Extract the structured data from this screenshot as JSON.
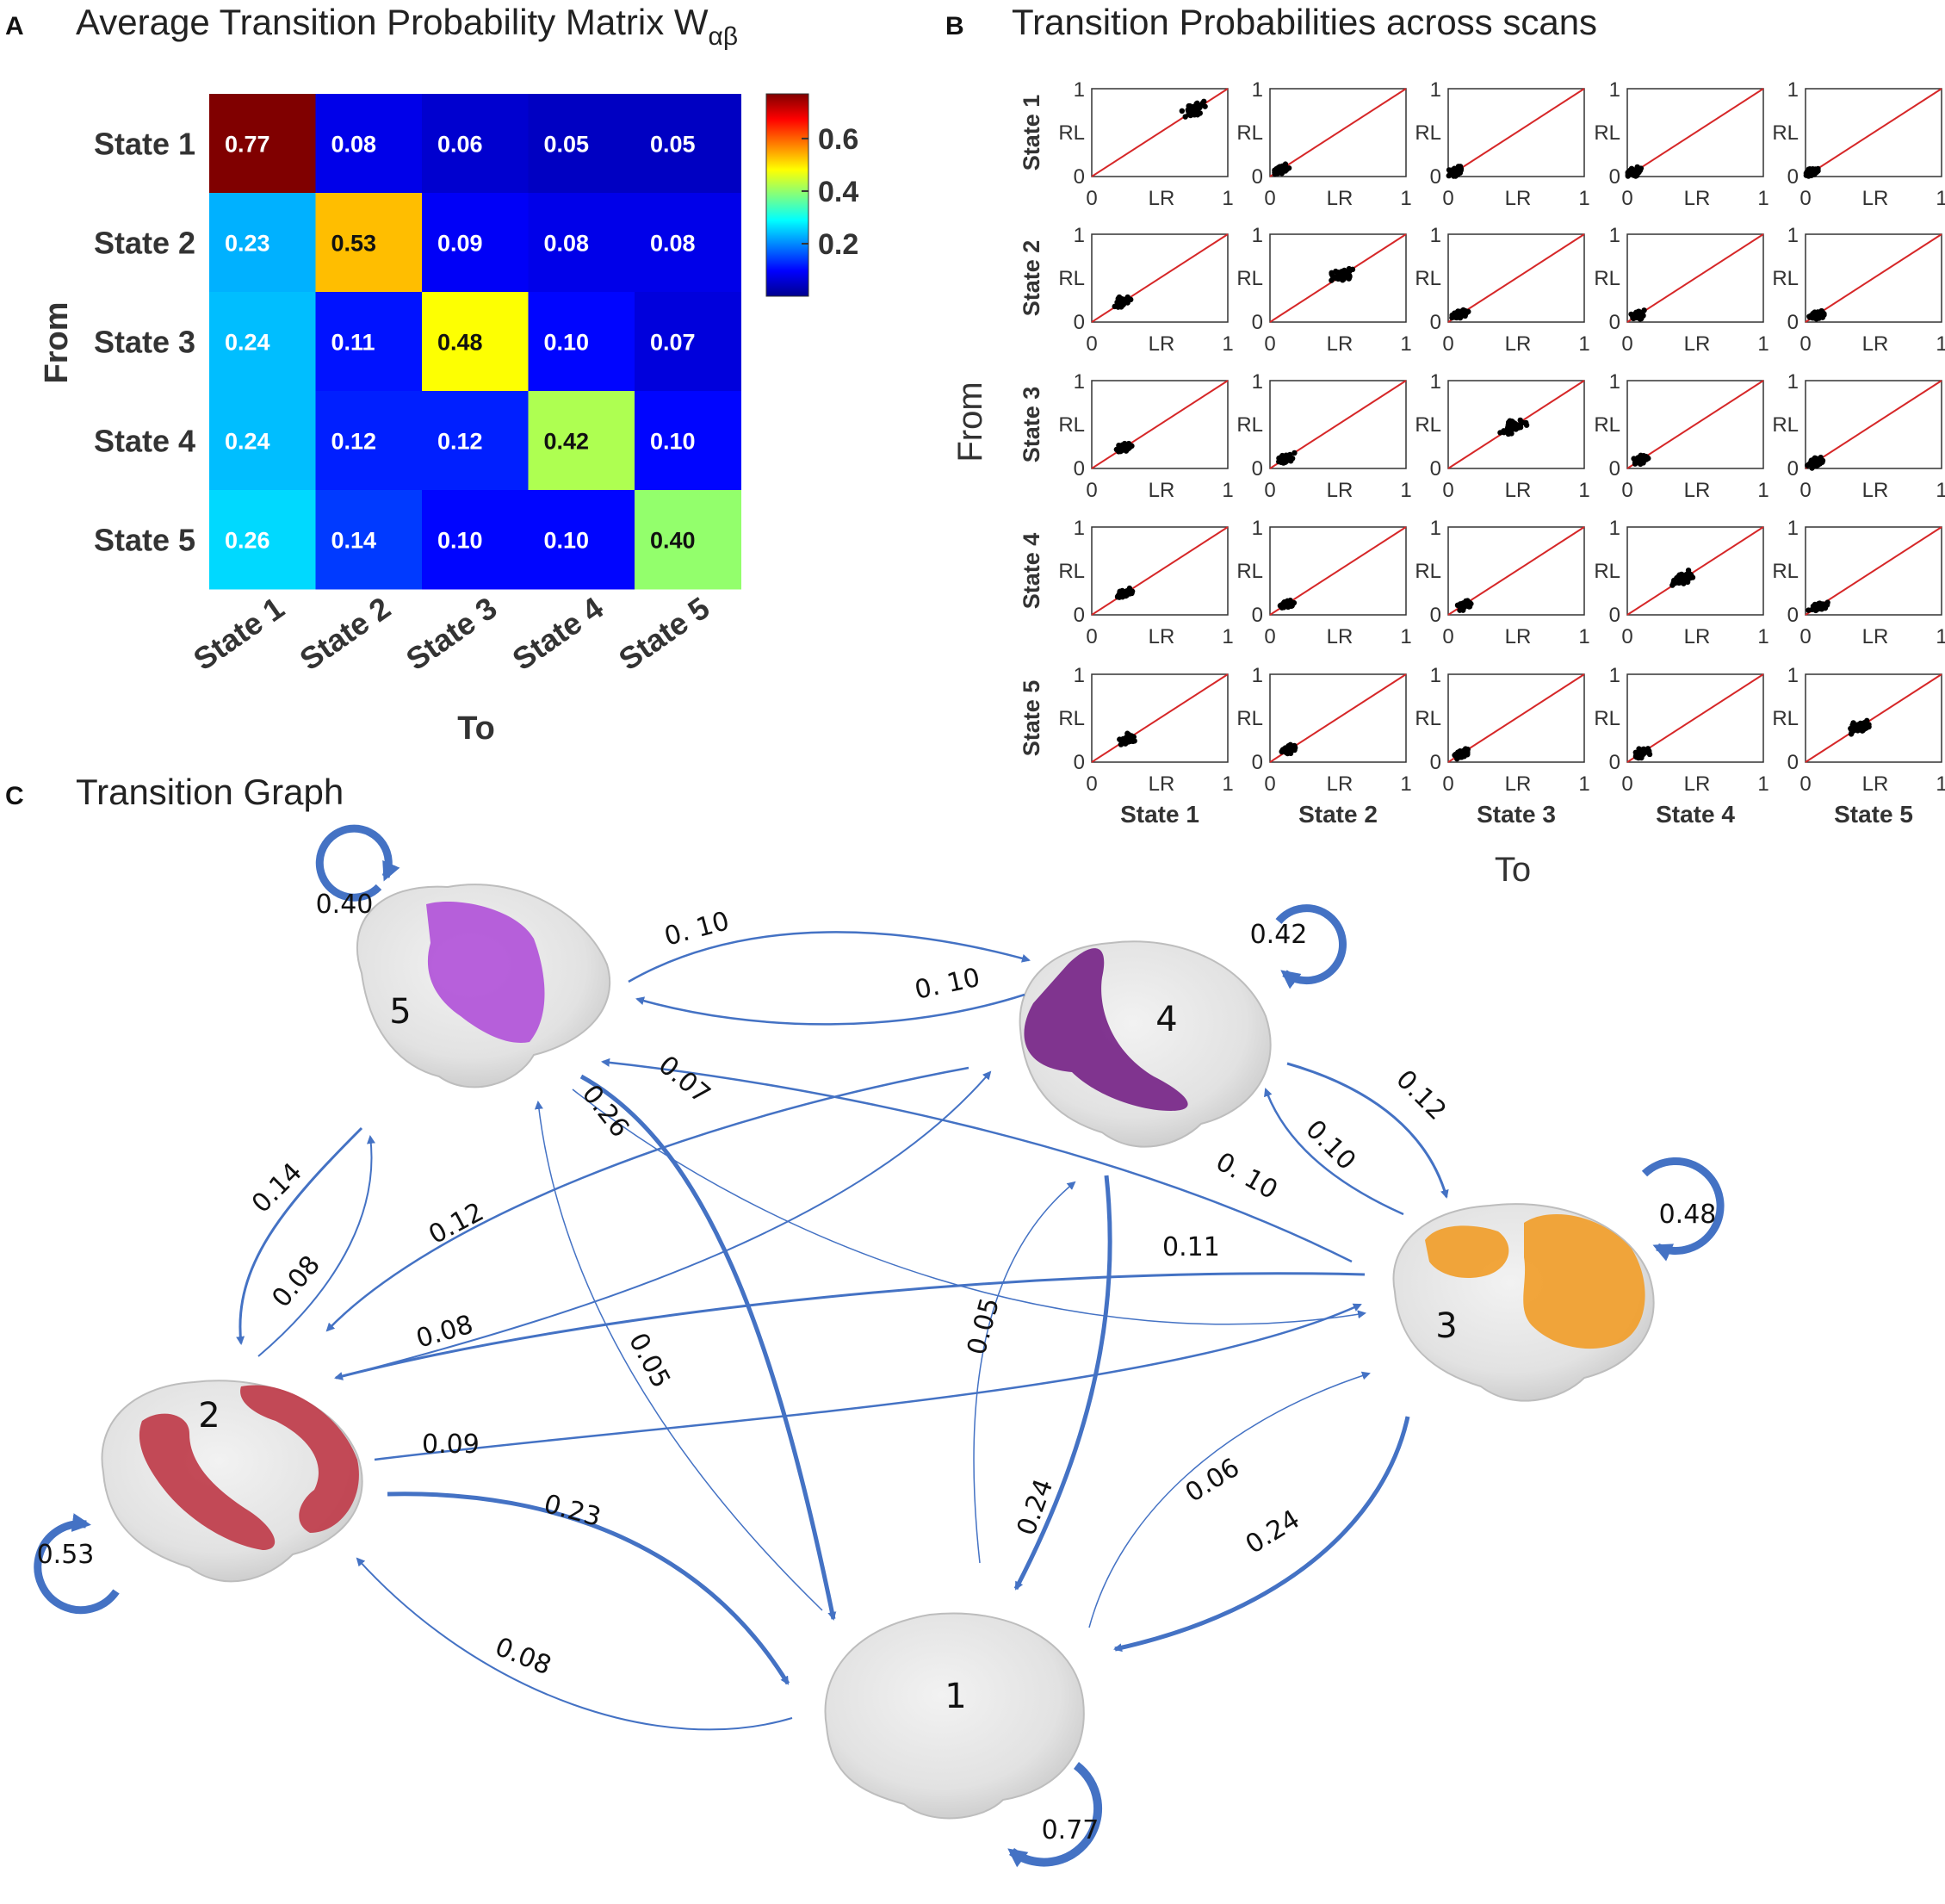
{
  "panel_a": {
    "letter": "A",
    "title": "Average Transition Probability Matrix W",
    "title_sub": "αβ",
    "ylabel": "From",
    "xlabel": "To",
    "row_labels": [
      "State 1",
      "State 2",
      "State 3",
      "State 4",
      "State 5"
    ],
    "col_labels": [
      "State 1",
      "State 2",
      "State 3",
      "State 4",
      "State 5"
    ],
    "colorbar_ticks": [
      "0.6",
      "0.4",
      "0.2"
    ]
  },
  "panel_b": {
    "letter": "B",
    "title": "Transition Probabilities across scans",
    "ylabel": "From",
    "xlabel": "To",
    "row_labels": [
      "State 1",
      "State 2",
      "State 3",
      "State 4",
      "State 5"
    ],
    "col_labels": [
      "State 1",
      "State 2",
      "State 3",
      "State 4",
      "State 5"
    ],
    "axis_x": "LR",
    "axis_y": "RL",
    "tick_0": "0",
    "tick_1": "1"
  },
  "panel_c": {
    "letter": "C",
    "title": "Transition Graph",
    "node_labels": [
      "1",
      "2",
      "3",
      "4",
      "5"
    ],
    "self_loops": [
      "0.77",
      "0.53",
      "0.48",
      "0.42",
      "0.40"
    ],
    "edges": [
      {
        "from": "5",
        "to": "4",
        "label": "0. 10"
      },
      {
        "from": "4",
        "to": "5",
        "label": "0. 10"
      },
      {
        "from": "5",
        "to": "2",
        "label": "0.14"
      },
      {
        "from": "2",
        "to": "5",
        "label": "0.08"
      },
      {
        "from": "4",
        "to": "2",
        "label": "0.12"
      },
      {
        "from": "2",
        "to": "4",
        "label": "0.08"
      },
      {
        "from": "5",
        "to": "1",
        "label": "0.26"
      },
      {
        "from": "1",
        "to": "5",
        "label": "0.05"
      },
      {
        "from": "5",
        "to": "3",
        "label": "0.07"
      },
      {
        "from": "3",
        "to": "5",
        "label": "0. 10"
      },
      {
        "from": "4",
        "to": "3",
        "label": "0.12"
      },
      {
        "from": "3",
        "to": "4",
        "label": "0.10"
      },
      {
        "from": "3",
        "to": "2",
        "label": "0.11"
      },
      {
        "from": "2",
        "to": "3",
        "label": "0.09"
      },
      {
        "from": "2",
        "to": "1",
        "label": "0.23"
      },
      {
        "from": "1",
        "to": "2",
        "label": "0.08"
      },
      {
        "from": "4",
        "to": "1",
        "label": "0.24"
      },
      {
        "from": "1",
        "to": "4",
        "label": "0.05"
      },
      {
        "from": "3",
        "to": "1",
        "label": "0.24"
      },
      {
        "from": "1",
        "to": "3",
        "label": "0.06"
      }
    ],
    "colors": {
      "edge": "#4472c4",
      "state2": "#c0404e",
      "state3": "#f0a030",
      "state4": "#7a2a8a",
      "state5": "#b050d8"
    }
  },
  "chart_data": [
    {
      "type": "heatmap",
      "title": "Average Transition Probability Matrix Wαβ",
      "xlabel": "To",
      "ylabel": "From",
      "rows": [
        "State 1",
        "State 2",
        "State 3",
        "State 4",
        "State 5"
      ],
      "cols": [
        "State 1",
        "State 2",
        "State 3",
        "State 4",
        "State 5"
      ],
      "values": [
        [
          0.77,
          0.08,
          0.06,
          0.05,
          0.05
        ],
        [
          0.23,
          0.53,
          0.09,
          0.08,
          0.08
        ],
        [
          0.24,
          0.11,
          0.48,
          0.1,
          0.07
        ],
        [
          0.24,
          0.12,
          0.12,
          0.42,
          0.1
        ],
        [
          0.26,
          0.14,
          0.1,
          0.1,
          0.4
        ]
      ],
      "labels": [
        [
          "0.77",
          "0.08",
          "0.06",
          "0.05",
          "0.05"
        ],
        [
          "0.23",
          "0.53",
          "0.09",
          "0.08",
          "0.08"
        ],
        [
          "0.24",
          "0.11",
          "0.48",
          "0.10",
          "0.07"
        ],
        [
          "0.24",
          "0.12",
          "0.12",
          "0.42",
          "0.10"
        ],
        [
          "0.26",
          "0.14",
          "0.10",
          "0.10",
          "0.40"
        ]
      ],
      "colormap": "jet",
      "clim": [
        0,
        0.77
      ],
      "colorbar_ticks": [
        0.2,
        0.4,
        0.6
      ]
    },
    {
      "type": "scatter",
      "title": "Transition Probabilities across scans",
      "xlabel": "LR",
      "ylabel": "RL",
      "xlim": [
        0,
        1
      ],
      "ylim": [
        0,
        1
      ],
      "grid_rows": [
        "State 1",
        "State 2",
        "State 3",
        "State 4",
        "State 5"
      ],
      "grid_cols": [
        "State 1",
        "State 2",
        "State 3",
        "State 4",
        "State 5"
      ],
      "identity_line": true,
      "cluster_centers": [
        [
          [
            0.77,
            0.77
          ],
          [
            0.08,
            0.08
          ],
          [
            0.06,
            0.06
          ],
          [
            0.05,
            0.05
          ],
          [
            0.05,
            0.05
          ]
        ],
        [
          [
            0.23,
            0.23
          ],
          [
            0.53,
            0.53
          ],
          [
            0.09,
            0.09
          ],
          [
            0.08,
            0.08
          ],
          [
            0.08,
            0.08
          ]
        ],
        [
          [
            0.24,
            0.24
          ],
          [
            0.11,
            0.11
          ],
          [
            0.48,
            0.48
          ],
          [
            0.1,
            0.1
          ],
          [
            0.07,
            0.07
          ]
        ],
        [
          [
            0.24,
            0.24
          ],
          [
            0.12,
            0.12
          ],
          [
            0.12,
            0.12
          ],
          [
            0.42,
            0.42
          ],
          [
            0.1,
            0.1
          ]
        ],
        [
          [
            0.26,
            0.26
          ],
          [
            0.14,
            0.14
          ],
          [
            0.1,
            0.1
          ],
          [
            0.1,
            0.1
          ],
          [
            0.4,
            0.4
          ]
        ]
      ]
    }
  ]
}
